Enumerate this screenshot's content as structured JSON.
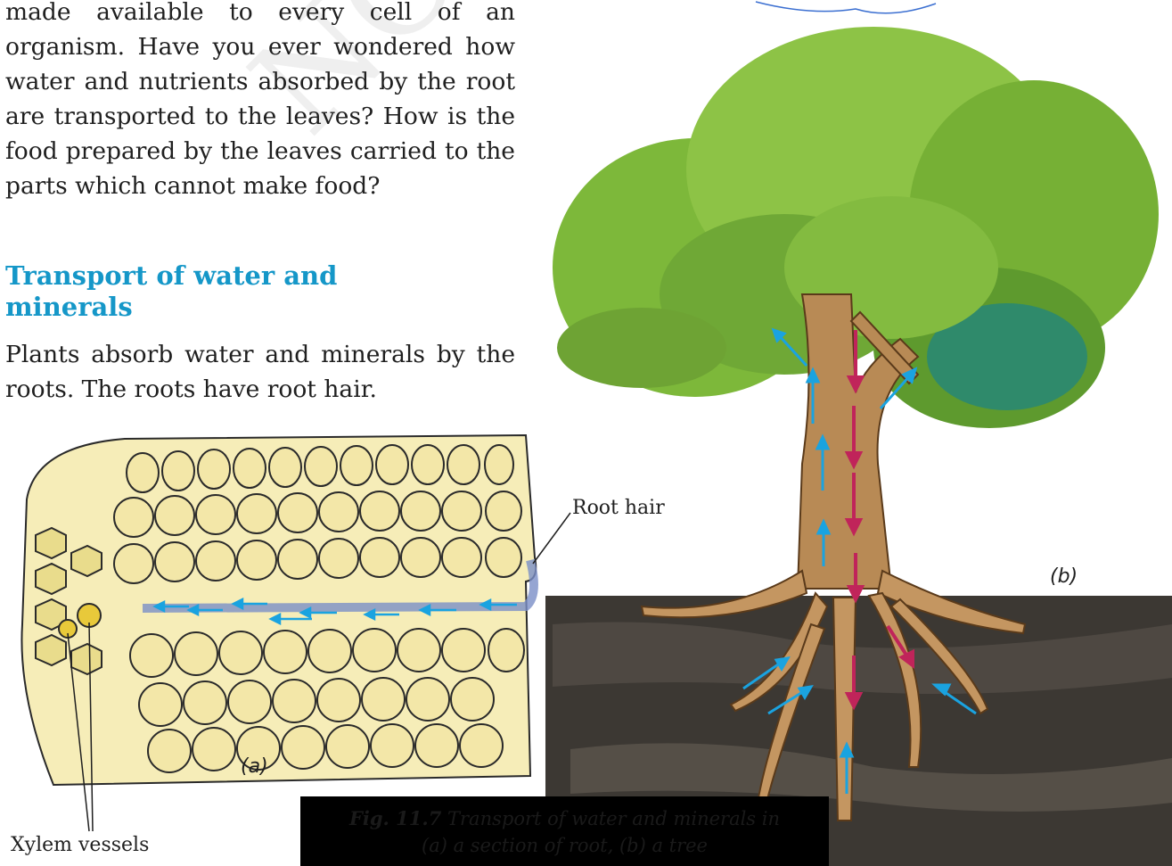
{
  "paragraph_1": "made available to every cell of an organism. Have you ever wondered how water and nutrients absorbed by the root are transported to the leaves? How is the food prepared by the leaves carried to the parts which cannot make food?",
  "heading": "Transport of water and minerals",
  "paragraph_2": "Plants absorb water and minerals by the roots. The roots have root hair.",
  "labels": {
    "root_hair": "Root hair",
    "xylem_vessels": "Xylem vessels",
    "panel_a": "(a)",
    "panel_b": "(b)"
  },
  "caption": {
    "fig_number": "Fig. 11.7",
    "line1": "Transport of water and minerals in",
    "line2": "(a) a section of root, (b) a tree"
  },
  "watermark": "NCERT Not to be",
  "colors": {
    "heading": "#1597c8",
    "water_arrow": "#1aa3e0",
    "food_arrow": "#c0245a",
    "foliage": "#7db83a",
    "trunk": "#b88a55",
    "soil": "#3c3833",
    "cells": "#f6edb8"
  }
}
